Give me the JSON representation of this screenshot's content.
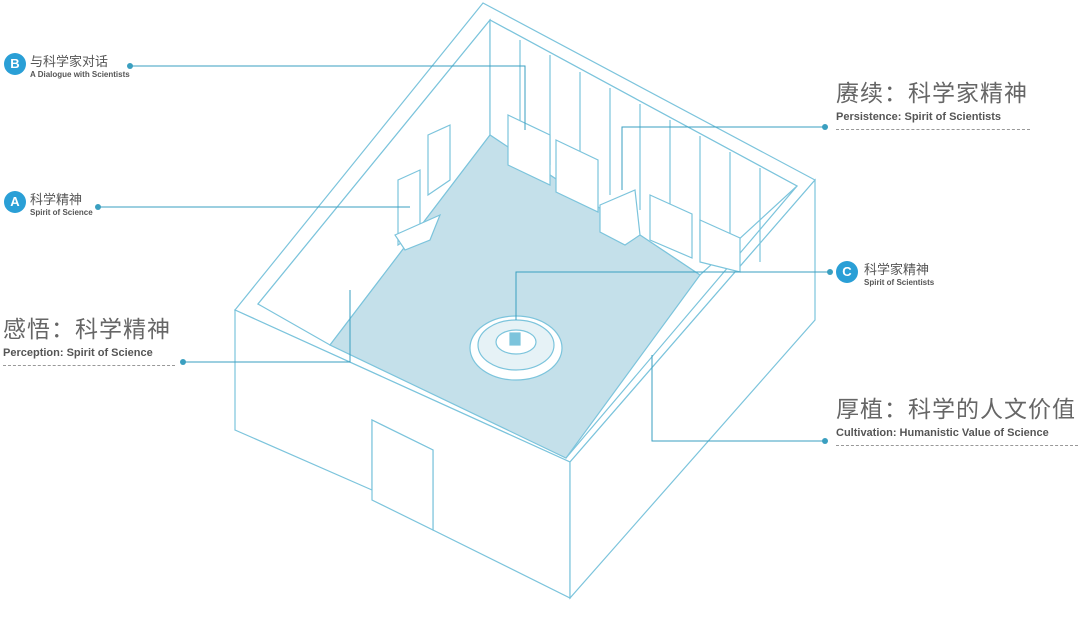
{
  "colors": {
    "accent": "#2a9fd6",
    "outline": "#7cc4dc",
    "floor": "#c4e0ea",
    "leader": "#3a9fc0"
  },
  "labels": {
    "b": {
      "badge": "B",
      "zh": "与科学家对话",
      "en": "A Dialogue with Scientists"
    },
    "a": {
      "badge": "A",
      "zh": "科学精神",
      "en": "Spirit of Science"
    },
    "c": {
      "badge": "C",
      "zh": "科学家精神",
      "en": "Spirit of Scientists"
    },
    "perception": {
      "zh": "感悟：科学精神",
      "en": "Perception: Spirit of Science"
    },
    "persistence": {
      "zh": "赓续：科学家精神",
      "en": "Persistence: Spirit of Scientists"
    },
    "cultivation": {
      "zh": "厚植：科学的人文价值",
      "en": "Cultivation: Humanistic Value of Science"
    }
  }
}
